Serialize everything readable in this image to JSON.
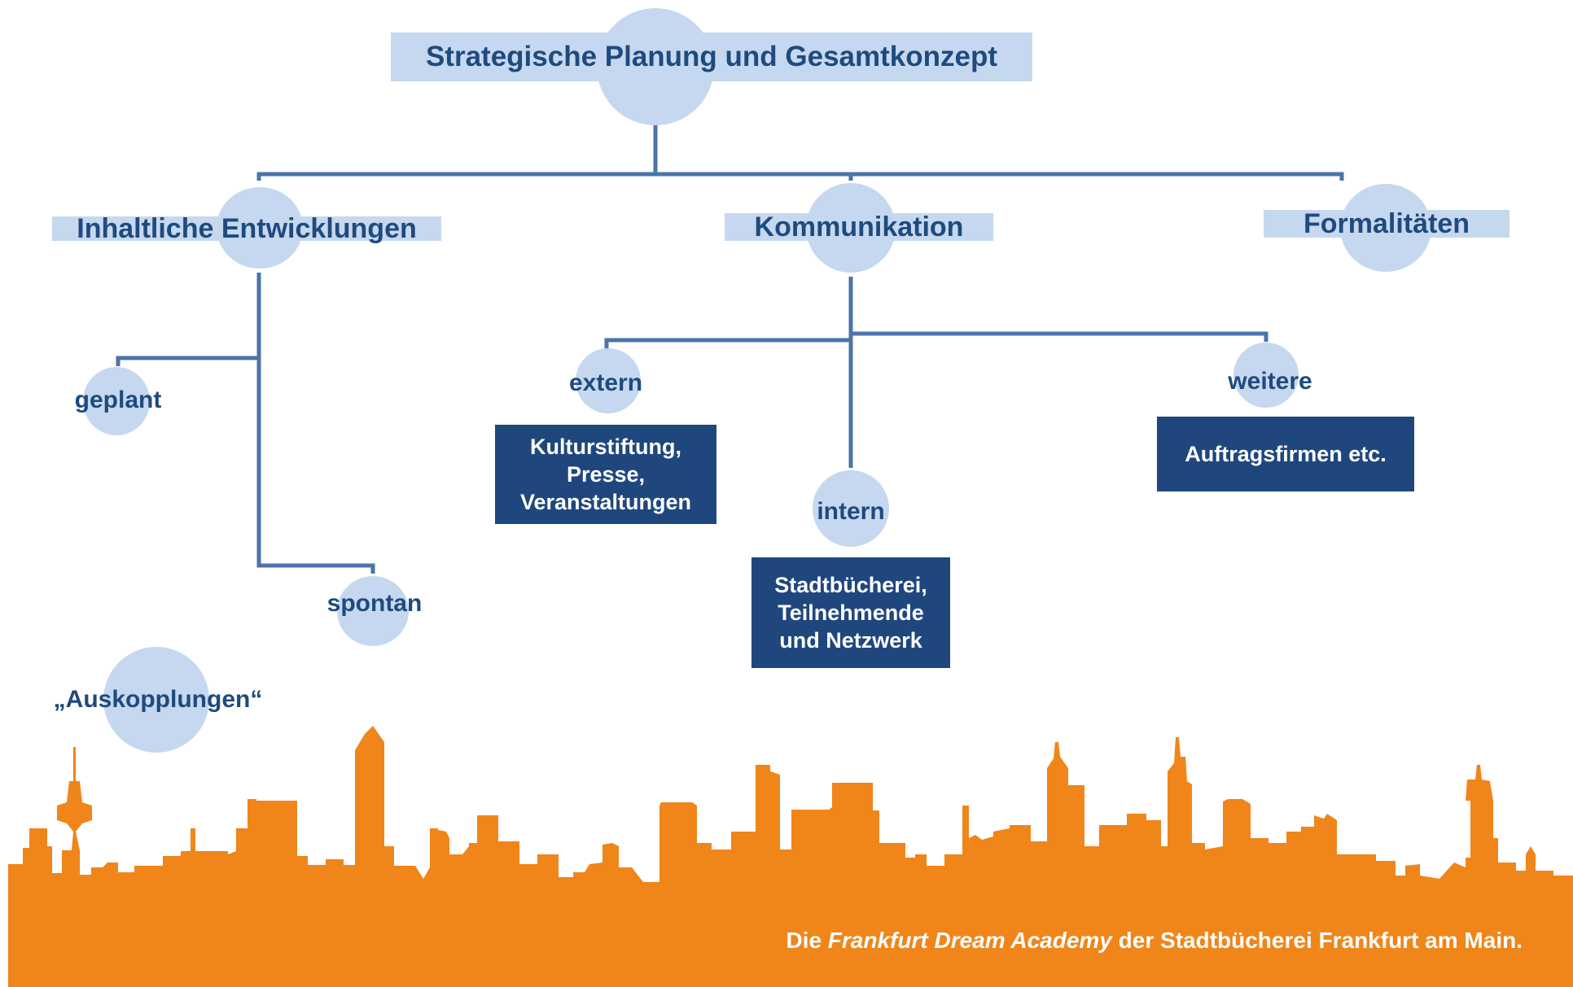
{
  "colors": {
    "connector": "#4b74a8",
    "bubble": "#c5d8ef",
    "label_text": "#1f4a7e",
    "box_fill": "#1f477d",
    "box_text": "#ffffff",
    "skyline": "#f0851a"
  },
  "diagram": {
    "root": {
      "label": "Strategische Planung und Gesamtkonzept"
    },
    "branches": {
      "inhalt": {
        "label": "Inhaltliche Entwicklungen"
      },
      "kommunikation": {
        "label": "Kommunikation"
      },
      "formalitaeten": {
        "label": "Formalitäten"
      }
    },
    "leaves": {
      "geplant": {
        "label": "geplant"
      },
      "spontan": {
        "label": "spontan"
      },
      "auskopplungen": {
        "label": "„Auskopplungen“"
      },
      "extern": {
        "label": "extern",
        "box": [
          "Kulturstiftung,",
          "Presse,",
          "Veranstaltungen"
        ]
      },
      "intern": {
        "label": "intern",
        "box": [
          "Stadtbücherei,",
          "Teilnehmende",
          "und Netzwerk"
        ]
      },
      "weitere": {
        "label": "weitere",
        "box": [
          "Auftragsfirmen etc."
        ]
      }
    }
  },
  "footer": {
    "prefix": "Die ",
    "italic": "Frankfurt Dream Academy",
    "suffix": " der Stadtbücherei Frankfurt am Main."
  },
  "skyline_icon": "city-skyline-silhouette"
}
